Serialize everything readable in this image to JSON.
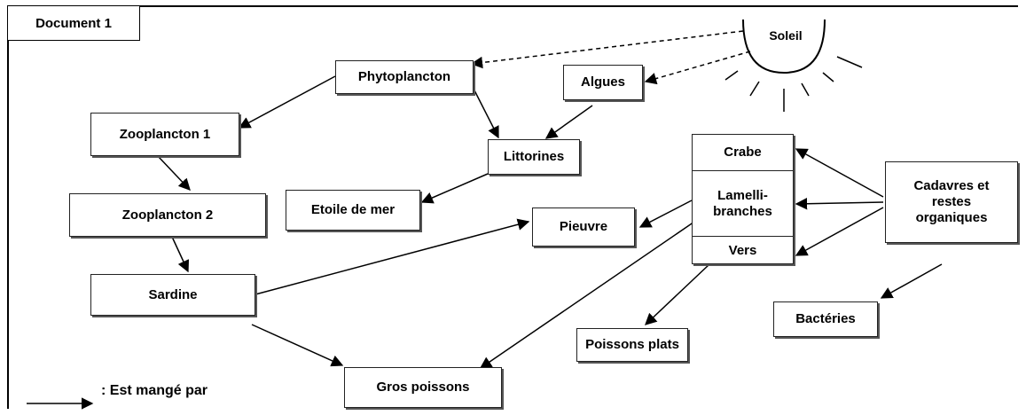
{
  "document_title": "Document 1",
  "sun": {
    "label": "Soleil"
  },
  "nodes": {
    "phytoplancton": "Phytoplancton",
    "algues": "Algues",
    "zooplancton1": "Zooplancton 1",
    "zooplancton2": "Zooplancton 2",
    "sardine": "Sardine",
    "littorines": "Littorines",
    "etoile_de_mer": "Etoile de mer",
    "pieuvre": "Pieuvre",
    "crabe": "Crabe",
    "lamellibranches_line1": "Lamelli-",
    "lamellibranches_line2": "branches",
    "vers": "Vers",
    "cadavres_line1": "Cadavres et",
    "cadavres_line2": "restes",
    "cadavres_line3": "organiques",
    "bacteries": "Bactéries",
    "poissons_plats": "Poissons plats",
    "gros_poissons": "Gros poissons"
  },
  "legend": {
    "label": ": Est mangé par"
  },
  "relations": [
    {
      "from": "Soleil",
      "to": "Phytoplancton",
      "style": "dashed"
    },
    {
      "from": "Soleil",
      "to": "Algues",
      "style": "dashed"
    },
    {
      "from": "Phytoplancton",
      "to": "Zooplancton 1"
    },
    {
      "from": "Phytoplancton",
      "to": "Littorines"
    },
    {
      "from": "Algues",
      "to": "Littorines"
    },
    {
      "from": "Zooplancton 1",
      "to": "Zooplancton 2"
    },
    {
      "from": "Zooplancton 2",
      "to": "Sardine"
    },
    {
      "from": "Littorines",
      "to": "Etoile de mer"
    },
    {
      "from": "Sardine",
      "to": "Pieuvre"
    },
    {
      "from": "Sardine",
      "to": "Gros poissons"
    },
    {
      "from": "Lamellibranches",
      "to": "Pieuvre"
    },
    {
      "from": "Lamellibranches",
      "to": "Gros poissons"
    },
    {
      "from": "Vers",
      "to": "Poissons plats"
    },
    {
      "from": "Cadavres et restes organiques",
      "to": "Crabe"
    },
    {
      "from": "Cadavres et restes organiques",
      "to": "Lamellibranches"
    },
    {
      "from": "Cadavres et restes organiques",
      "to": "Vers"
    },
    {
      "from": "Cadavres et restes organiques",
      "to": "Bactéries"
    }
  ]
}
